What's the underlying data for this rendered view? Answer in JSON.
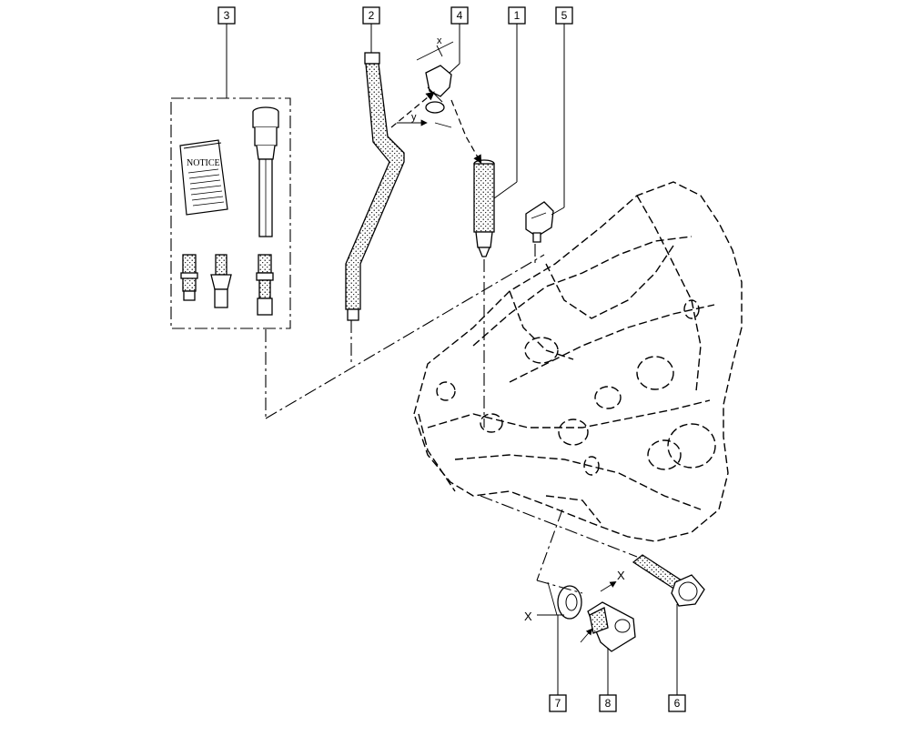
{
  "callouts": [
    "1",
    "2",
    "3",
    "4",
    "5",
    "6",
    "7",
    "8"
  ],
  "notice_label": "NOTICE",
  "axis_labels": {
    "x_small": "x",
    "y_small": "y",
    "x_upper_1": "X",
    "x_upper_2": "X"
  }
}
